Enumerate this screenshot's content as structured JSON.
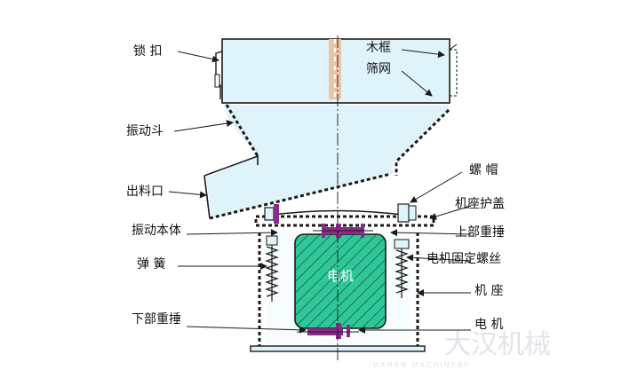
{
  "labels": {
    "lock_buckle": "锁  扣",
    "vibrating_hopper": "振动斗",
    "outlet": "出料口",
    "vibrating_body": "振动本体",
    "spring": "弹  簧",
    "lower_weight": "下部重捶",
    "wood_frame": "木框",
    "screen_mesh": "筛网",
    "nut_cap": "螺  帽",
    "base_cover": "机座护盖",
    "upper_weight": "上部重捶",
    "motor_bolt": "电机固定螺丝",
    "base": "机  座",
    "motor": "电  机",
    "motor_inner": "电机"
  },
  "watermark": {
    "text": "大汉机械",
    "sub": "DAHAN MACHINERY"
  },
  "colors": {
    "frame_fill": "#dff3fb",
    "motor_fill": "#2fc79a",
    "weight_fill": "#8a2a8a",
    "mesh_fill": "#e8c7a8",
    "line": "#1a1a1a"
  }
}
